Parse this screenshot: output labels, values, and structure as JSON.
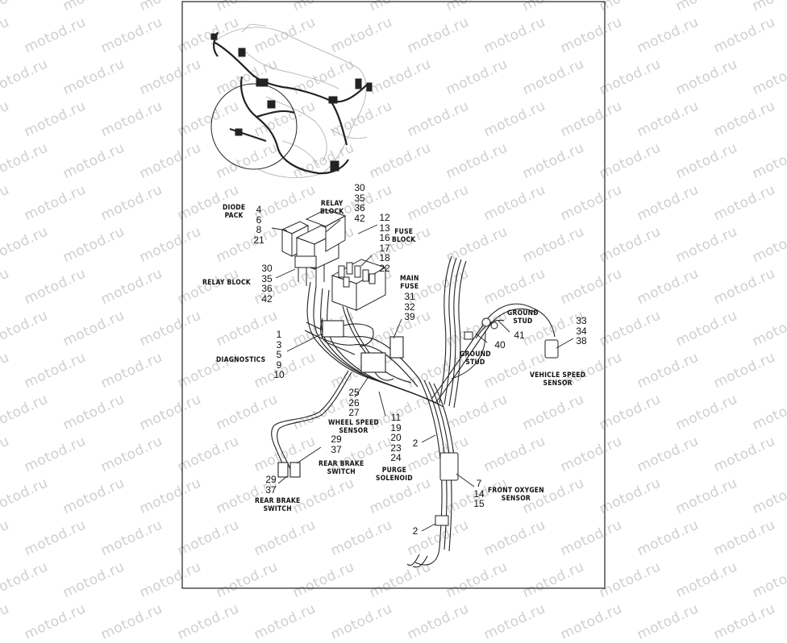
{
  "watermark": "motod.ru",
  "labels": {
    "diode_pack": "DIODE\nPACK",
    "relay_block_top": "RELAY\nBLOCK",
    "fuse_block": "FUSE\nBLOCK",
    "relay_block_left": "RELAY BLOCK",
    "main_fuse": "MAIN\nFUSE",
    "ground_stud_right": "GROUND\nSTUD",
    "ground_stud_mid": "GROUND\nSTUD",
    "diagnostics": "DIAGNOSTICS",
    "vehicle_speed_sensor": "VEHICLE SPEED\nSENSOR",
    "wheel_speed_sensor": "WHEEL SPEED\nSENSOR",
    "purge_solenoid": "PURGE\nSOLENOID",
    "rear_brake_switch_upper": "REAR BRAKE\nSWITCH",
    "rear_brake_switch_lower": "REAR BRAKE\nSWITCH",
    "front_oxygen_sensor": "FRONT OXYGEN\nSENSOR"
  },
  "callouts": {
    "relay_block_top": [
      "30",
      "35",
      "36",
      "42"
    ],
    "diode_pack": [
      "4",
      "6",
      "8",
      "21"
    ],
    "fuse_block": [
      "12",
      "13",
      "16",
      "17",
      "18",
      "22"
    ],
    "relay_block_left": [
      "30",
      "35",
      "36",
      "42"
    ],
    "main_fuse": [
      "31",
      "32",
      "39"
    ],
    "ground_stud_right": [
      "41"
    ],
    "ground_stud_mid": [
      "40"
    ],
    "vehicle_speed_sensor": [
      "33",
      "34",
      "38"
    ],
    "diagnostics": [
      "1",
      "3",
      "5",
      "9",
      "10"
    ],
    "wheel_speed_sensor": [
      "25",
      "26",
      "27"
    ],
    "purge_solenoid": [
      "11",
      "19",
      "20",
      "23",
      "24"
    ],
    "harness_upper": [
      "2"
    ],
    "harness_lower": [
      "2"
    ],
    "rear_brake_switch_upper": [
      "29",
      "37"
    ],
    "rear_brake_switch_lower": [
      "29",
      "37"
    ],
    "front_oxygen_sensor": [
      "7",
      "14",
      "15"
    ]
  }
}
